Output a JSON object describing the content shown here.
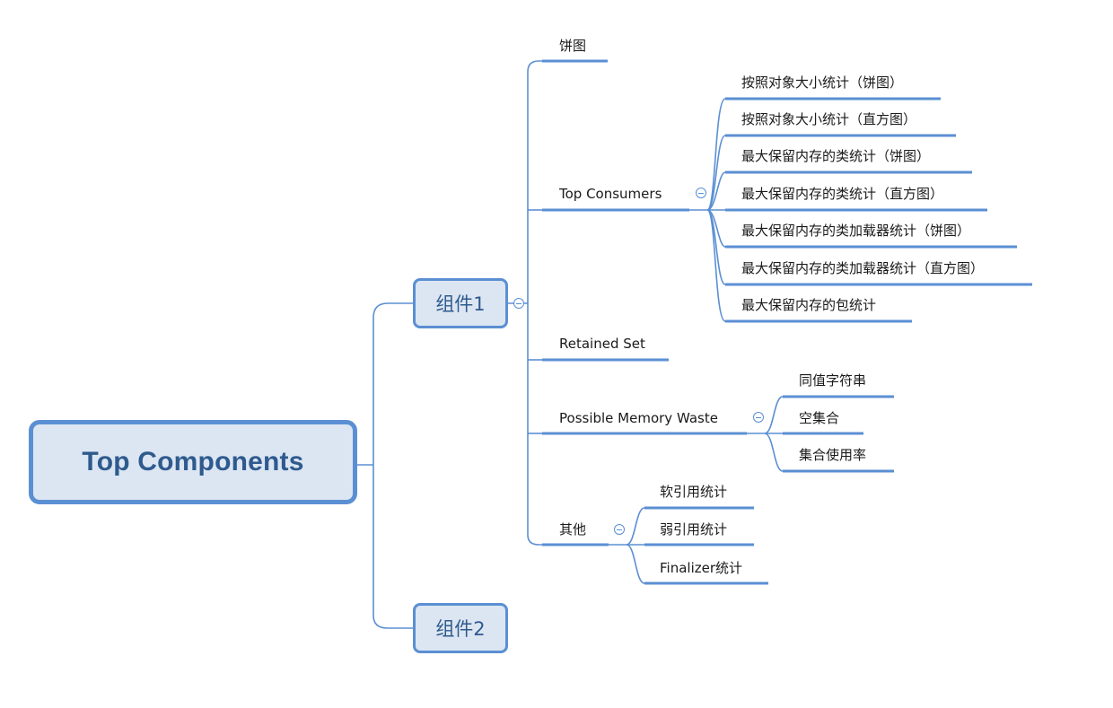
{
  "root": {
    "label": "Top Components"
  },
  "nodes": {
    "component1": "组件1",
    "component2": "组件2",
    "pie_chart": "饼图",
    "top_consumers": {
      "label": "Top Consumers",
      "children": [
        "按照对象大小统计（饼图）",
        "按照对象大小统计（直方图）",
        "最大保留内存的类统计（饼图）",
        "最大保留内存的类统计（直方图）",
        "最大保留内存的类加载器统计（饼图）",
        "最大保留内存的类加载器统计（直方图）",
        "最大保留内存的包统计"
      ]
    },
    "retained_set": "Retained Set",
    "possible_memory_waste": {
      "label": "Possible Memory Waste",
      "children": [
        "同值字符串",
        "空集合",
        "集合使用率"
      ]
    },
    "others": {
      "label": "其他",
      "children": [
        "软引用统计",
        "弱引用统计",
        "Finalizer统计"
      ]
    }
  },
  "colors": {
    "line": "#5b8fd3",
    "node_fill": "#dce6f2",
    "node_text": "#2e5a8e",
    "label_text": "#1a1a1a"
  }
}
